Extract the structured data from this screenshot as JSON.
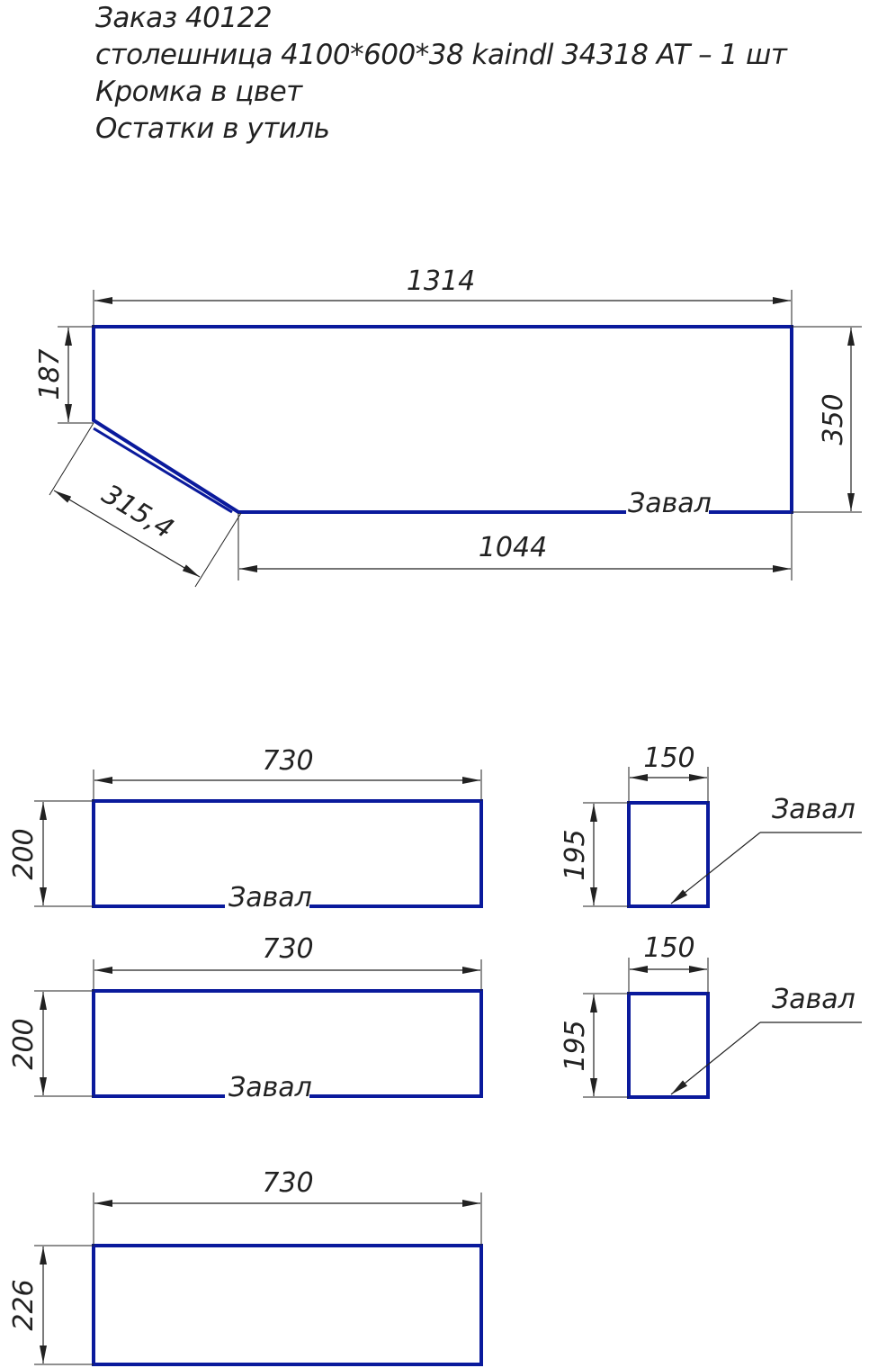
{
  "header": {
    "line1": "Заказ 40122",
    "line2": "столешница 4100*600*38 kaindl 34318 AT – 1 шт",
    "line3": "Кромка в цвет",
    "line4": "Остатки в утиль"
  },
  "colors": {
    "part_outline": "#0a1a9c",
    "dimension": "#222222"
  },
  "main_part": {
    "dim_width": "1314",
    "dim_height": "350",
    "dim_left": "187",
    "dim_diagonal": "315,4",
    "dim_bottom": "1044",
    "edge_label": "Завал"
  },
  "panel_1": {
    "dim_width": "730",
    "dim_height": "200",
    "edge_label": "Завал"
  },
  "panel_2": {
    "dim_width": "730",
    "dim_height": "200",
    "edge_label": "Завал"
  },
  "panel_3": {
    "dim_width": "730",
    "dim_height": "226"
  },
  "small_1": {
    "dim_width": "150",
    "dim_height": "195",
    "edge_label": "Завал"
  },
  "small_2": {
    "dim_width": "150",
    "dim_height": "195",
    "edge_label": "Завал"
  }
}
